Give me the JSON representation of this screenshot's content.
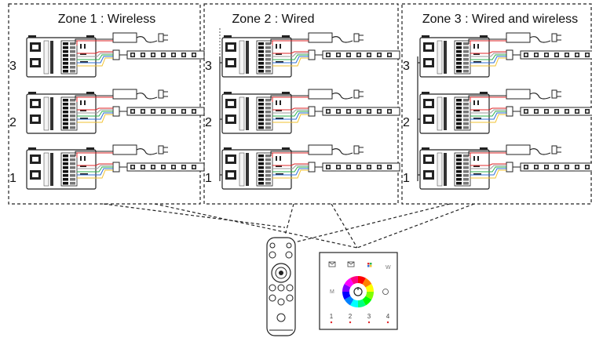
{
  "zones": [
    {
      "title": "Zone 1 : Wireless",
      "wired": false,
      "units": [
        "3",
        "2",
        "1"
      ]
    },
    {
      "title": "Zone 2 : Wired",
      "wired": true,
      "units": [
        "3",
        "2",
        "1"
      ]
    },
    {
      "title": "Zone 3 : Wired and wireless",
      "wired": true,
      "units": [
        "3",
        "2",
        "1"
      ]
    }
  ],
  "panel": {
    "icons": [
      "mail-icon",
      "mail-icon",
      "color-grid-icon",
      "W"
    ],
    "mode_label": "M",
    "zones": [
      "1",
      "2",
      "3",
      "4"
    ]
  },
  "colors": {
    "wire_red": "#e0272a",
    "wire_green": "#2bb24c",
    "wire_blue": "#2f6fd6",
    "wire_yellow": "#f2c230",
    "wire_gray": "#999999",
    "dash": "#222222",
    "zone_dot": "#e0272a"
  }
}
